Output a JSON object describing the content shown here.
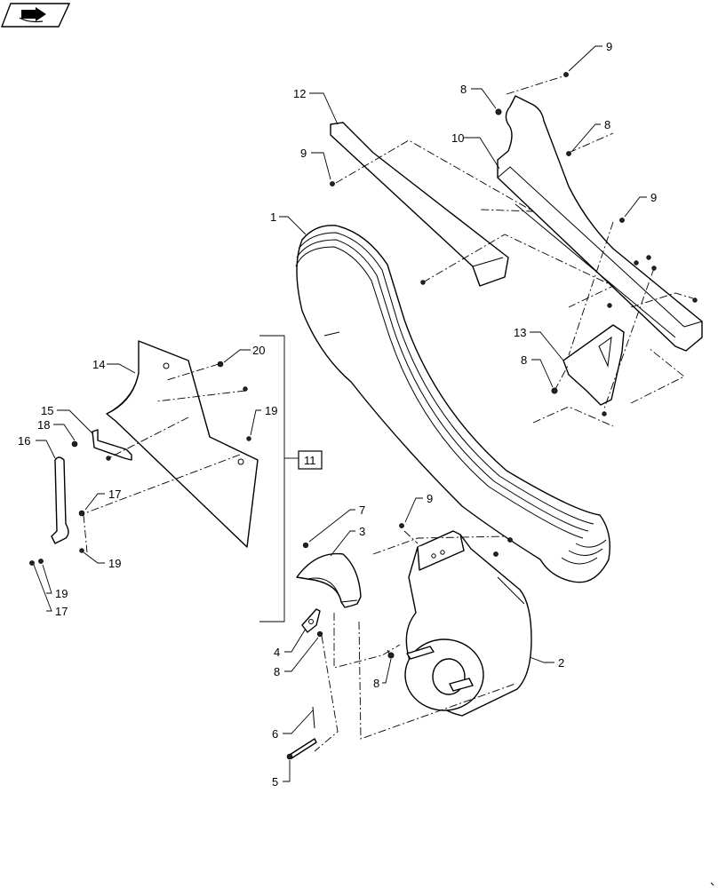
{
  "callouts": {
    "c1": "1",
    "c2": "2",
    "c3": "3",
    "c4": "4",
    "c5": "5",
    "c6": "6",
    "c7": "7",
    "c8a": "8",
    "c8b": "8",
    "c8c": "8",
    "c8d": "8",
    "c8e": "8",
    "c9a": "9",
    "c9b": "9",
    "c9c": "9",
    "c9d": "9",
    "c10": "10",
    "c11": "11",
    "c12": "12",
    "c13": "13",
    "c14": "14",
    "c15": "15",
    "c16": "16",
    "c17a": "17",
    "c17b": "17",
    "c18": "18",
    "c19a": "19",
    "c19b": "19",
    "c19c": "19",
    "c20": "20"
  },
  "icons": {
    "nav": "arrow-book-icon"
  }
}
